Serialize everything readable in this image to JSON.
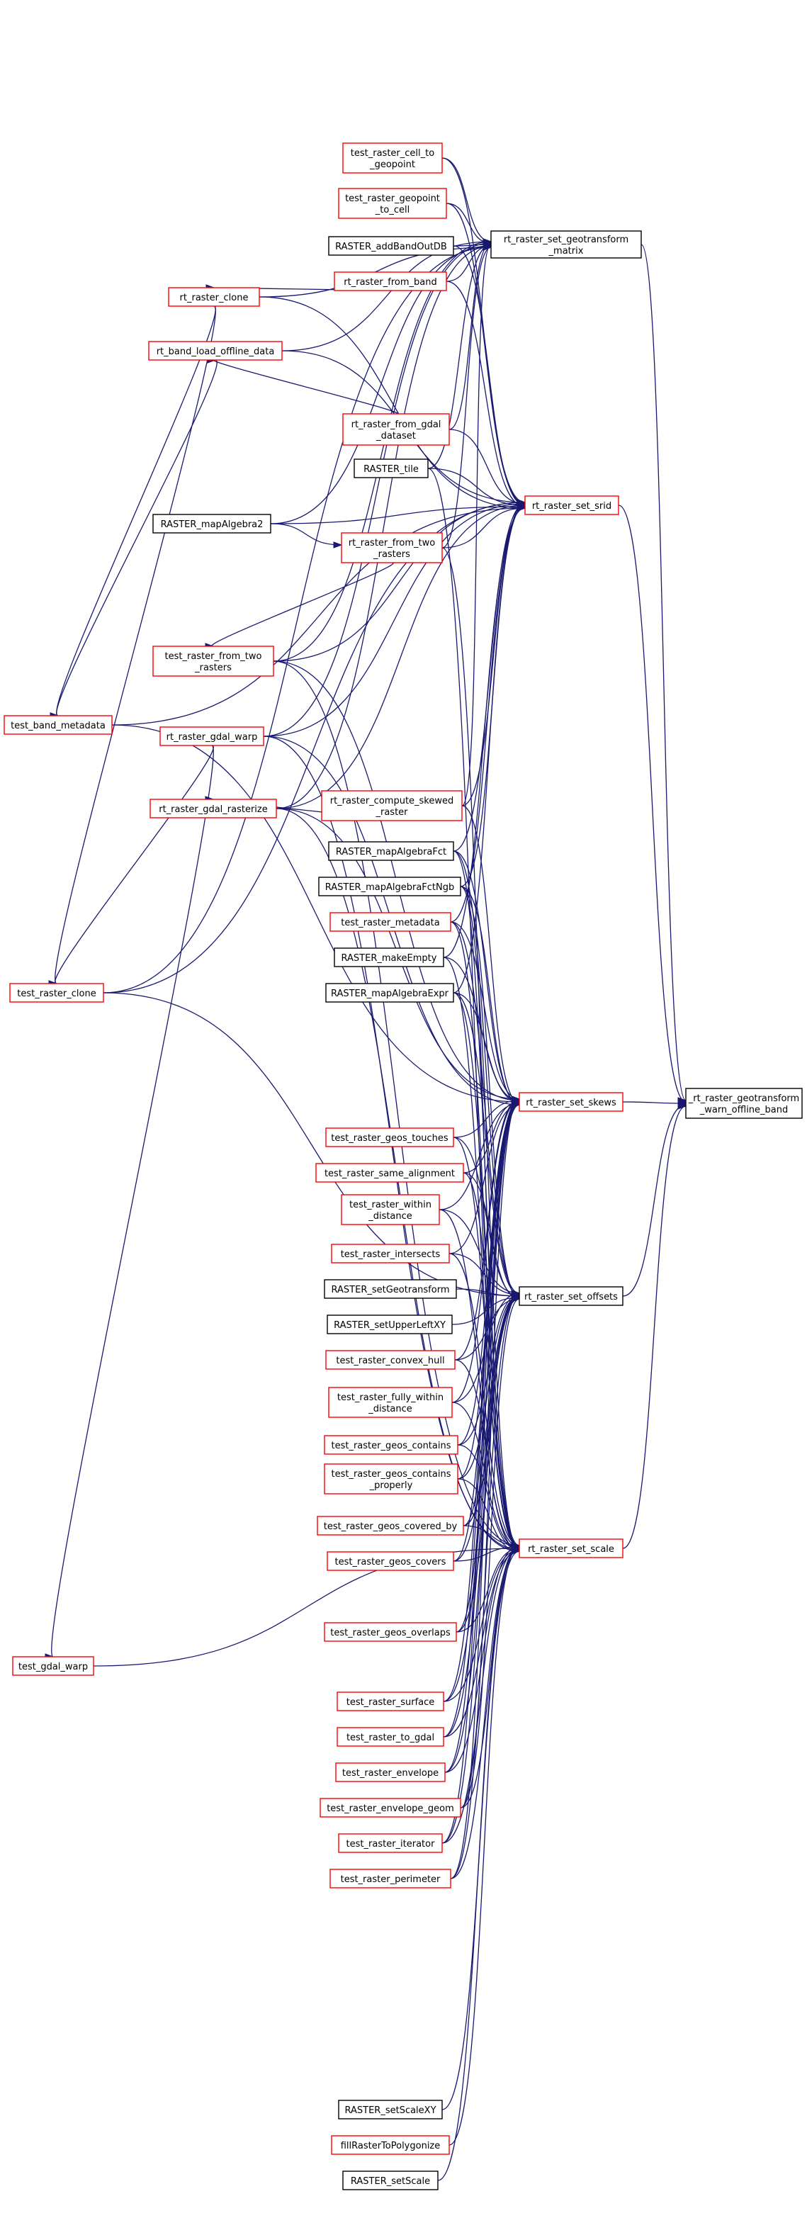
{
  "graph": {
    "title": "",
    "colors": {
      "edge": "#191970",
      "border_normal": "#ff0000",
      "border_plain": "#000000",
      "root_fill": "#bfbfbf"
    },
    "nodes": {
      "root": {
        "label": [
          "_rt_raster_geotransform",
          "_warn_offline_band"
        ],
        "style": "root"
      },
      "geomatrix": {
        "label": [
          "rt_raster_set_geotransform",
          "_matrix"
        ],
        "style": "plain"
      },
      "srid": {
        "label": [
          "rt_raster_set_srid"
        ],
        "style": "normal"
      },
      "skews": {
        "label": [
          "rt_raster_set_skews"
        ],
        "style": "normal"
      },
      "offsets": {
        "label": [
          "rt_raster_set_offsets"
        ],
        "style": "plain"
      },
      "scale": {
        "label": [
          "rt_raster_set_scale"
        ],
        "style": "normal"
      },
      "cell_to_geo": {
        "label": [
          "test_raster_cell_to",
          "_geopoint"
        ],
        "style": "normal"
      },
      "geo_to_cell": {
        "label": [
          "test_raster_geopoint",
          "_to_cell"
        ],
        "style": "normal"
      },
      "addband": {
        "label": [
          "RASTER_addBandOutDB"
        ],
        "style": "plain"
      },
      "from_band": {
        "label": [
          "rt_raster_from_band"
        ],
        "style": "normal"
      },
      "rclone": {
        "label": [
          "rt_raster_clone"
        ],
        "style": "normal"
      },
      "offline": {
        "label": [
          "rt_band_load_offline_data"
        ],
        "style": "normal"
      },
      "from_gdal": {
        "label": [
          "rt_raster_from_gdal",
          "_dataset"
        ],
        "style": "normal"
      },
      "tile": {
        "label": [
          "RASTER_tile"
        ],
        "style": "plain"
      },
      "mapalg2": {
        "label": [
          "RASTER_mapAlgebra2"
        ],
        "style": "plain"
      },
      "from_two": {
        "label": [
          "rt_raster_from_two",
          "_rasters"
        ],
        "style": "normal"
      },
      "t_from_two": {
        "label": [
          "test_raster_from_two",
          "_rasters"
        ],
        "style": "normal"
      },
      "band_meta": {
        "label": [
          "test_band_metadata"
        ],
        "style": "normal"
      },
      "gdal_warp": {
        "label": [
          "rt_raster_gdal_warp"
        ],
        "style": "normal"
      },
      "rasterize": {
        "label": [
          "rt_raster_gdal_rasterize"
        ],
        "style": "normal"
      },
      "skewed": {
        "label": [
          "rt_raster_compute_skewed",
          "_raster"
        ],
        "style": "normal"
      },
      "mafct": {
        "label": [
          "RASTER_mapAlgebraFct"
        ],
        "style": "plain"
      },
      "mafctngb": {
        "label": [
          "RASTER_mapAlgebraFctNgb"
        ],
        "style": "plain"
      },
      "t_metadata": {
        "label": [
          "test_raster_metadata"
        ],
        "style": "normal"
      },
      "makeempty": {
        "label": [
          "RASTER_makeEmpty"
        ],
        "style": "plain"
      },
      "maexpr": {
        "label": [
          "RASTER_mapAlgebraExpr"
        ],
        "style": "plain"
      },
      "t_clone": {
        "label": [
          "test_raster_clone"
        ],
        "style": "normal"
      },
      "t_touches": {
        "label": [
          "test_raster_geos_touches"
        ],
        "style": "normal"
      },
      "t_samealign": {
        "label": [
          "test_raster_same_alignment"
        ],
        "style": "normal"
      },
      "t_within": {
        "label": [
          "test_raster_within",
          "_distance"
        ],
        "style": "normal"
      },
      "t_intersects": {
        "label": [
          "test_raster_intersects"
        ],
        "style": "normal"
      },
      "setgeotrans": {
        "label": [
          "RASTER_setGeotransform"
        ],
        "style": "plain"
      },
      "setupperleft": {
        "label": [
          "RASTER_setUpperLeftXY"
        ],
        "style": "plain"
      },
      "t_convex": {
        "label": [
          "test_raster_convex_hull"
        ],
        "style": "normal"
      },
      "t_fully": {
        "label": [
          "test_raster_fully_within",
          "_distance"
        ],
        "style": "normal"
      },
      "t_contains": {
        "label": [
          "test_raster_geos_contains"
        ],
        "style": "normal"
      },
      "t_contains_p": {
        "label": [
          "test_raster_geos_contains",
          "_properly"
        ],
        "style": "normal"
      },
      "t_coveredby": {
        "label": [
          "test_raster_geos_covered_by"
        ],
        "style": "normal"
      },
      "t_covers": {
        "label": [
          "test_raster_geos_covers"
        ],
        "style": "normal"
      },
      "t_overlaps": {
        "label": [
          "test_raster_geos_overlaps"
        ],
        "style": "normal"
      },
      "t_gdal_warp": {
        "label": [
          "test_gdal_warp"
        ],
        "style": "normal"
      },
      "t_surface": {
        "label": [
          "test_raster_surface"
        ],
        "style": "normal"
      },
      "t_to_gdal": {
        "label": [
          "test_raster_to_gdal"
        ],
        "style": "normal"
      },
      "t_envelope": {
        "label": [
          "test_raster_envelope"
        ],
        "style": "normal"
      },
      "t_env_geom": {
        "label": [
          "test_raster_envelope_geom"
        ],
        "style": "normal"
      },
      "t_iterator": {
        "label": [
          "test_raster_iterator"
        ],
        "style": "normal"
      },
      "t_perimeter": {
        "label": [
          "test_raster_perimeter"
        ],
        "style": "normal"
      },
      "setscalexy": {
        "label": [
          "RASTER_setScaleXY"
        ],
        "style": "plain"
      },
      "fillpoly": {
        "label": [
          "fillRasterToPolygonize"
        ],
        "style": "normal"
      },
      "setscale": {
        "label": [
          "RASTER_setScale"
        ],
        "style": "plain"
      }
    }
  }
}
